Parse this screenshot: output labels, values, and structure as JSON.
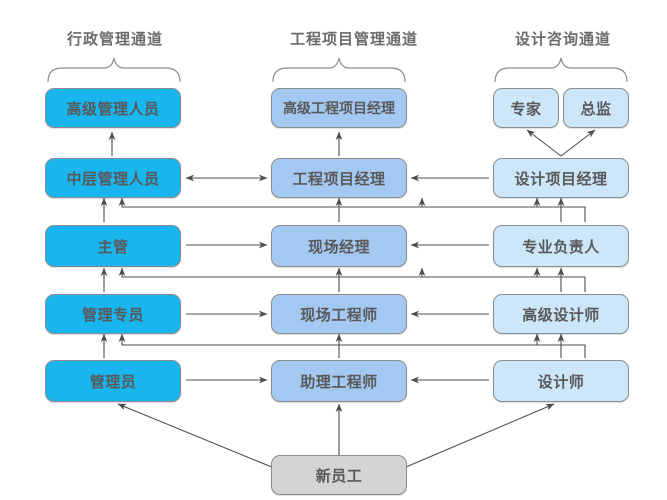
{
  "diagram": {
    "title_row": [
      {
        "id": "lane-admin",
        "label": "行政管理通道"
      },
      {
        "id": "lane-engineering",
        "label": "工程项目管理通道"
      },
      {
        "id": "lane-design",
        "label": "设计咨询通道"
      }
    ],
    "colors": {
      "admin": "#19B5EF",
      "engineering": "#A3C9F2",
      "design": "#CDE7FA",
      "entry": "#D4D4D4",
      "border": "#8C8C8C",
      "text": "#595959",
      "arrow": "#4D4D4D",
      "brace": "#8C8C8C"
    },
    "columns": {
      "admin": {
        "name": "行政管理通道",
        "levels": [
          {
            "label": "高级管理人员"
          },
          {
            "label": "中层管理人员"
          },
          {
            "label": "主管"
          },
          {
            "label": "管理专员"
          },
          {
            "label": "管理员"
          }
        ]
      },
      "engineering": {
        "name": "工程项目管理通道",
        "levels": [
          {
            "label": "高级工程项目经理"
          },
          {
            "label": "工程项目经理"
          },
          {
            "label": "现场经理"
          },
          {
            "label": "现场工程师"
          },
          {
            "label": "助理工程师"
          }
        ]
      },
      "design": {
        "name": "设计咨询通道",
        "levels": [
          {
            "label": "专家"
          },
          {
            "label": "总监"
          },
          {
            "label": "设计项目经理"
          },
          {
            "label": "专业负责人"
          },
          {
            "label": "高级设计师"
          },
          {
            "label": "设计师"
          }
        ]
      }
    },
    "entry_node": {
      "label": "新员工"
    }
  }
}
